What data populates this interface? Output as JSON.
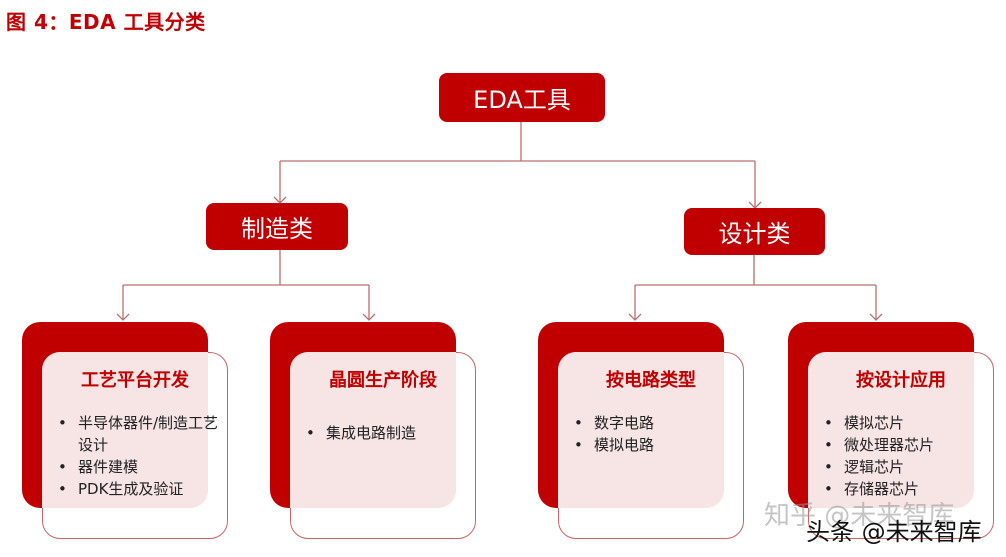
{
  "figure_title": "图 4：EDA 工具分类",
  "root": {
    "label": "EDA工具"
  },
  "categories": [
    {
      "label": "制造类"
    },
    {
      "label": "设计类"
    }
  ],
  "cards": [
    {
      "title": "工艺平台开发",
      "items": [
        "半导体器件/制造工艺设计",
        "器件建模",
        "PDK生成及验证"
      ]
    },
    {
      "title": "晶圆生产阶段",
      "items": [
        "集成电路制造"
      ]
    },
    {
      "title": "按电路类型",
      "items": [
        "数字电路",
        "模拟电路"
      ]
    },
    {
      "title": "按设计应用",
      "items": [
        "模拟芯片",
        "微处理器芯片",
        "逻辑芯片",
        "存储器芯片"
      ]
    }
  ],
  "watermarks": [
    "知乎 @未来智库",
    "头条 @未来智库"
  ],
  "colors": {
    "primary": "#c00000",
    "line": "#b97070",
    "card_tint": "#f7e4e4"
  }
}
